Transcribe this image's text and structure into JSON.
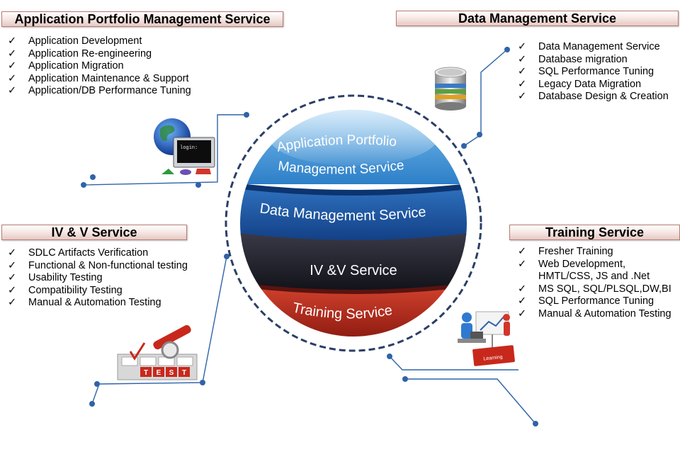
{
  "sections": {
    "app_portfolio": {
      "title": "Application Portfolio Management Service",
      "items": [
        "Application Development",
        "Application Re-engineering",
        "Application Migration",
        "Application Maintenance & Support",
        "Application/DB Performance Tuning"
      ]
    },
    "data_mgmt": {
      "title": "Data Management Service",
      "items": [
        "Data Management Service",
        "Database migration",
        "SQL Performance Tuning",
        "Legacy Data Migration",
        "Database Design & Creation"
      ]
    },
    "ivv": {
      "title": "IV & V Service",
      "items": [
        "SDLC Artifacts Verification",
        "Functional & Non-functional testing",
        "Usability Testing",
        "Compatibility Testing",
        "Manual & Automation Testing"
      ]
    },
    "training": {
      "title": "Training Service",
      "items": [
        "Fresher Training",
        "Web Development, HMTL/CSS, JS and .Net",
        "MS SQL, SQL/PLSQL,DW,BI",
        "SQL Performance Tuning",
        "Manual & Automation Testing"
      ]
    }
  },
  "check_mark": "✓",
  "globe": {
    "band1": [
      "Application  Portfolio",
      "Management  Service"
    ],
    "band2": "Data Management  Service",
    "band3": "IV &V Service",
    "band4": "Training  Service"
  },
  "icons": {
    "login_text": "login:",
    "test_keys": [
      "T",
      "E",
      "S",
      "T"
    ],
    "learning_text": "Learning"
  },
  "colors": {
    "band_blue_light": "#3d8fd1",
    "band_blue": "#1c5aa6",
    "band_dark": "#1f1f2b",
    "band_red": "#b3261a",
    "connector": "#2f63a8",
    "header_border": "#b87b72"
  }
}
